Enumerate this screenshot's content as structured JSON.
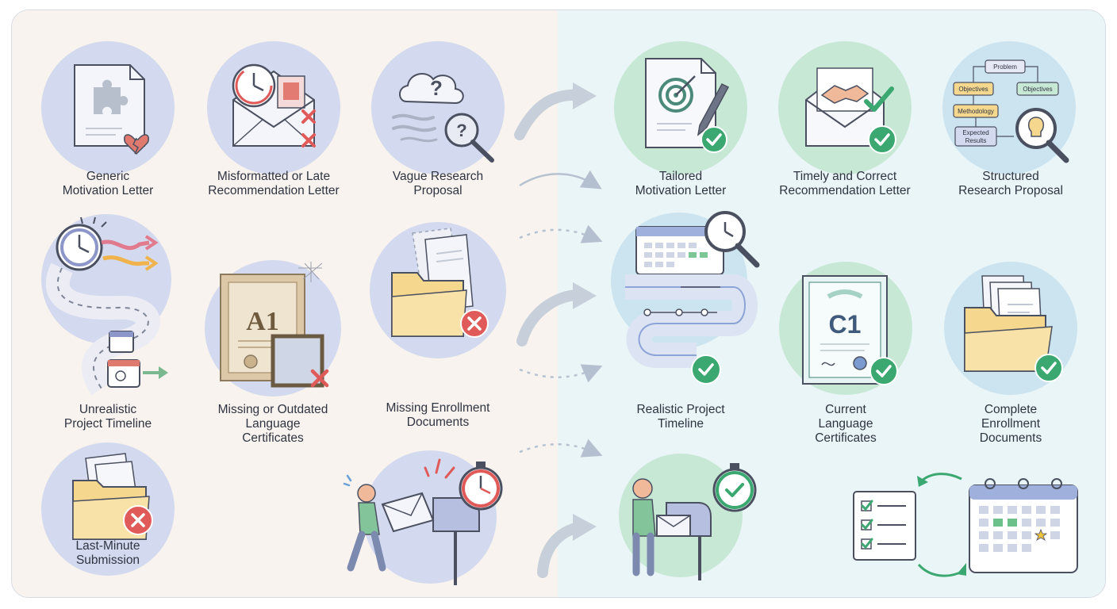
{
  "problems": {
    "generic_motivation": [
      "Generic",
      "Motivation Letter"
    ],
    "late_recommendation": [
      "Misformatted or Late",
      "Recommendation Letter"
    ],
    "vague_proposal": [
      "Vague Research",
      "Proposal"
    ],
    "unrealistic_timeline": [
      "Unrealistic",
      "Project Timeline"
    ],
    "outdated_certificates": [
      "Missing or Outdated",
      "Language",
      "Certificates"
    ],
    "missing_enrollment": [
      "Missing Enrollment",
      "Documents"
    ],
    "last_minute": [
      "Last-Minute",
      "Submission"
    ]
  },
  "solutions": {
    "tailored_motivation": [
      "Tailored",
      "Motivation Letter"
    ],
    "timely_recommendation": [
      "Timely and Correct",
      "Recommendation Letter"
    ],
    "structured_proposal": [
      "Structured",
      "Research Proposal"
    ],
    "realistic_timeline": [
      "Realistic Project",
      "Timeline"
    ],
    "current_certificates": [
      "Current",
      "Language",
      "Certificates"
    ],
    "complete_enrollment": [
      "Complete",
      "Enrollment",
      "Documents"
    ]
  },
  "icon_text": {
    "outdated_cert_grade": "A1",
    "current_cert_grade": "C1",
    "flowchart_problem": "Problem",
    "flowchart_objectives_a": "Objectives",
    "flowchart_objectives_b": "Objectives",
    "flowchart_methodology": "Methodology",
    "flowchart_expected_1": "Expected",
    "flowchart_expected_2": "Results",
    "question_mark": "?"
  },
  "colors": {
    "left_bg": "#f8f3ee",
    "right_bg": "#eaf5f7",
    "problem_circle": "#d3d9ee",
    "solution_circle": "#c8e8d6",
    "solution_circle_blue": "#cce4f0",
    "error_red": "#e05a5a",
    "check_green": "#3aa870",
    "folder_yellow": "#f5d88e",
    "arrow_gray": "#aab8c9",
    "outline": "#4b5060"
  }
}
